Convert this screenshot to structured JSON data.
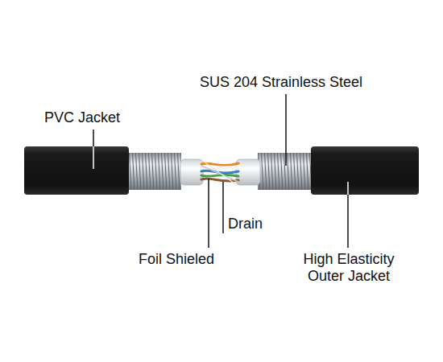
{
  "diagram": {
    "labels": [
      "SUS 204 Strainless Steel",
      "PVC Jacket",
      "Drain",
      "Foil Shieled",
      "High Elasticity Outer Jacket"
    ]
  }
}
